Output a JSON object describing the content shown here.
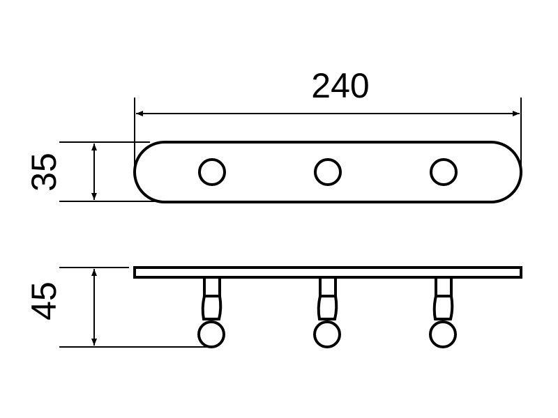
{
  "drawing": {
    "dimensions": {
      "width_label": "240",
      "depth_label": "35",
      "height_label": "45"
    },
    "hook_count": 3,
    "line_color": "#000000"
  }
}
